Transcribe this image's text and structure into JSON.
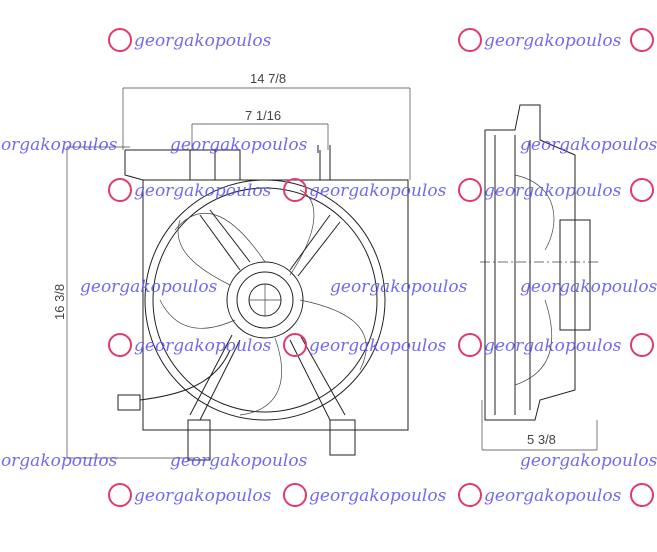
{
  "drawing": {
    "dimensions": {
      "front_width": "14 7/8",
      "inner_width": "7 1/16",
      "height": "16 3/8",
      "side_depth": "5 3/8"
    }
  },
  "watermark": {
    "text": "georgakopoulos",
    "color": "#5a4ff0"
  }
}
